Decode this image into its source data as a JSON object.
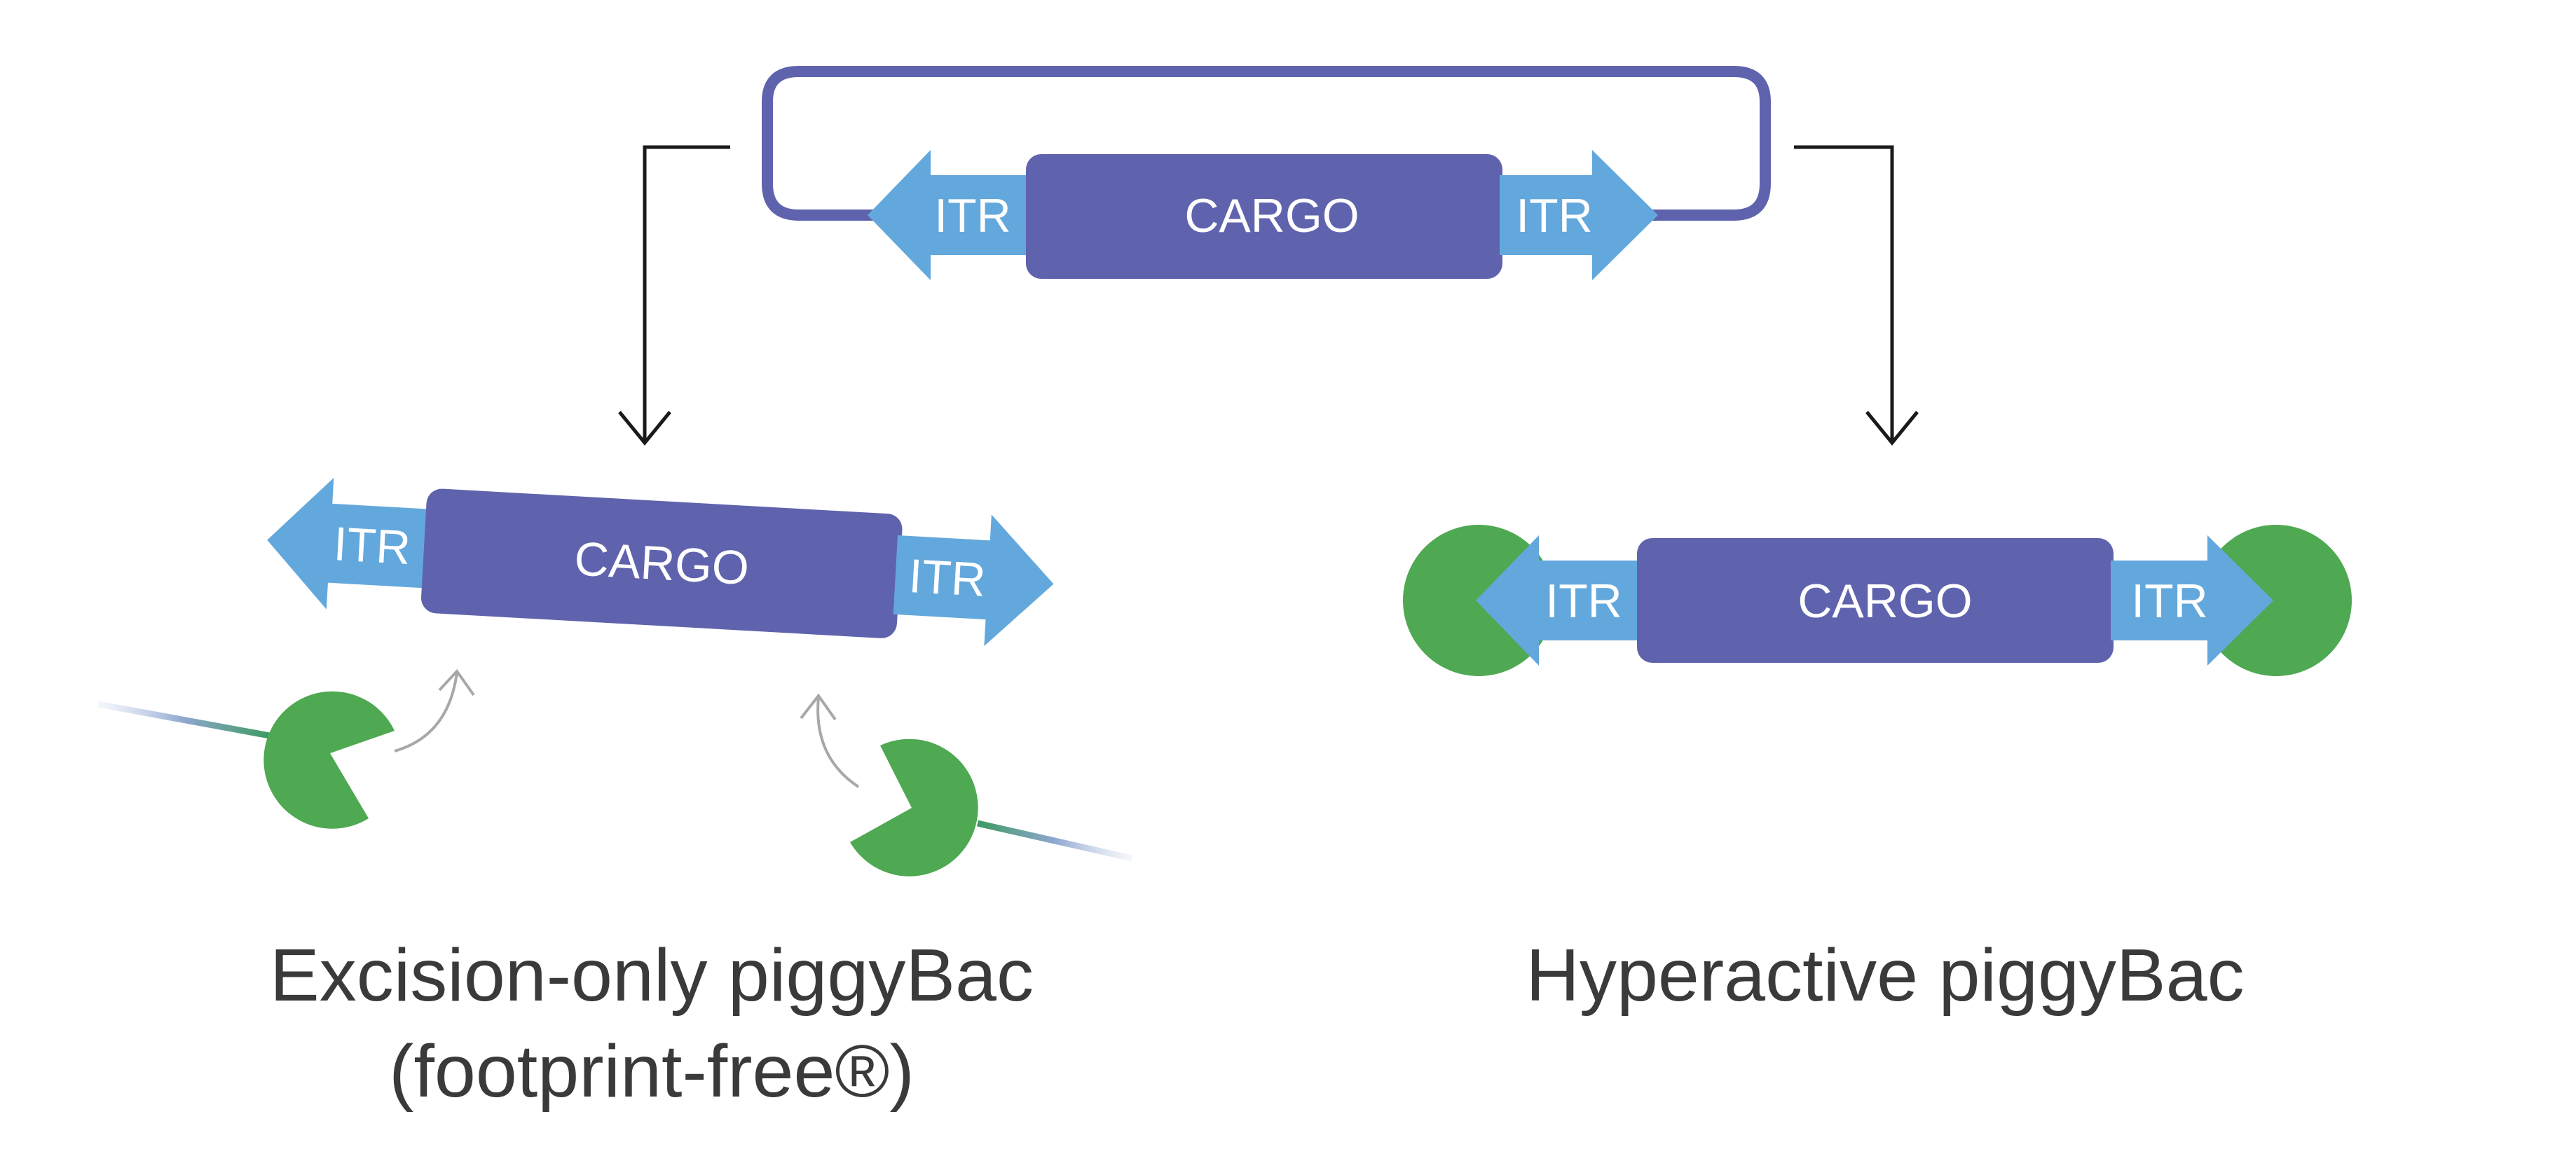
{
  "labels": {
    "itr": "ITR",
    "cargo": "CARGO"
  },
  "captions": {
    "left_line1": "Excision-only piggyBac",
    "left_line2": "(footprint-free®)",
    "right": "Hyperactive piggyBac"
  },
  "colors": {
    "cargo": "#5f63ad",
    "itr": "#63a8dc",
    "enzyme": "#4fa852",
    "arrow": "#1a1a1a",
    "curved_arrow": "#a8a8a8",
    "text": "#3a3a3a"
  }
}
